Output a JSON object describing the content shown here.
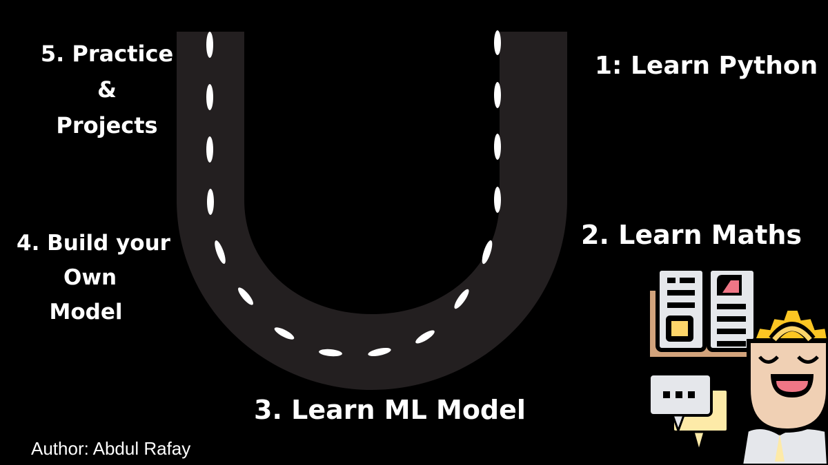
{
  "steps": {
    "step1": "1: Learn Python",
    "step2": "2. Learn Maths",
    "step3": "3. Learn ML Model",
    "step4": {
      "line1": "4. Build your",
      "line2": "Own",
      "line3": "Model"
    },
    "step5": {
      "line1": "5. Practice",
      "line2": "&",
      "line3": "Projects"
    }
  },
  "author": "Author: Abdul Rafay",
  "road": {
    "color": "#231f20",
    "dash_color": "#ffffff"
  },
  "icon": {
    "name": "learning-person-icon",
    "colors": {
      "book_cover": "#d2a37c",
      "page": "#e5e7eb",
      "accent_pink": "#ef7686",
      "accent_yellow": "#fdd56a",
      "gear": "#fcc623",
      "face": "#f0d0b4"
    }
  }
}
